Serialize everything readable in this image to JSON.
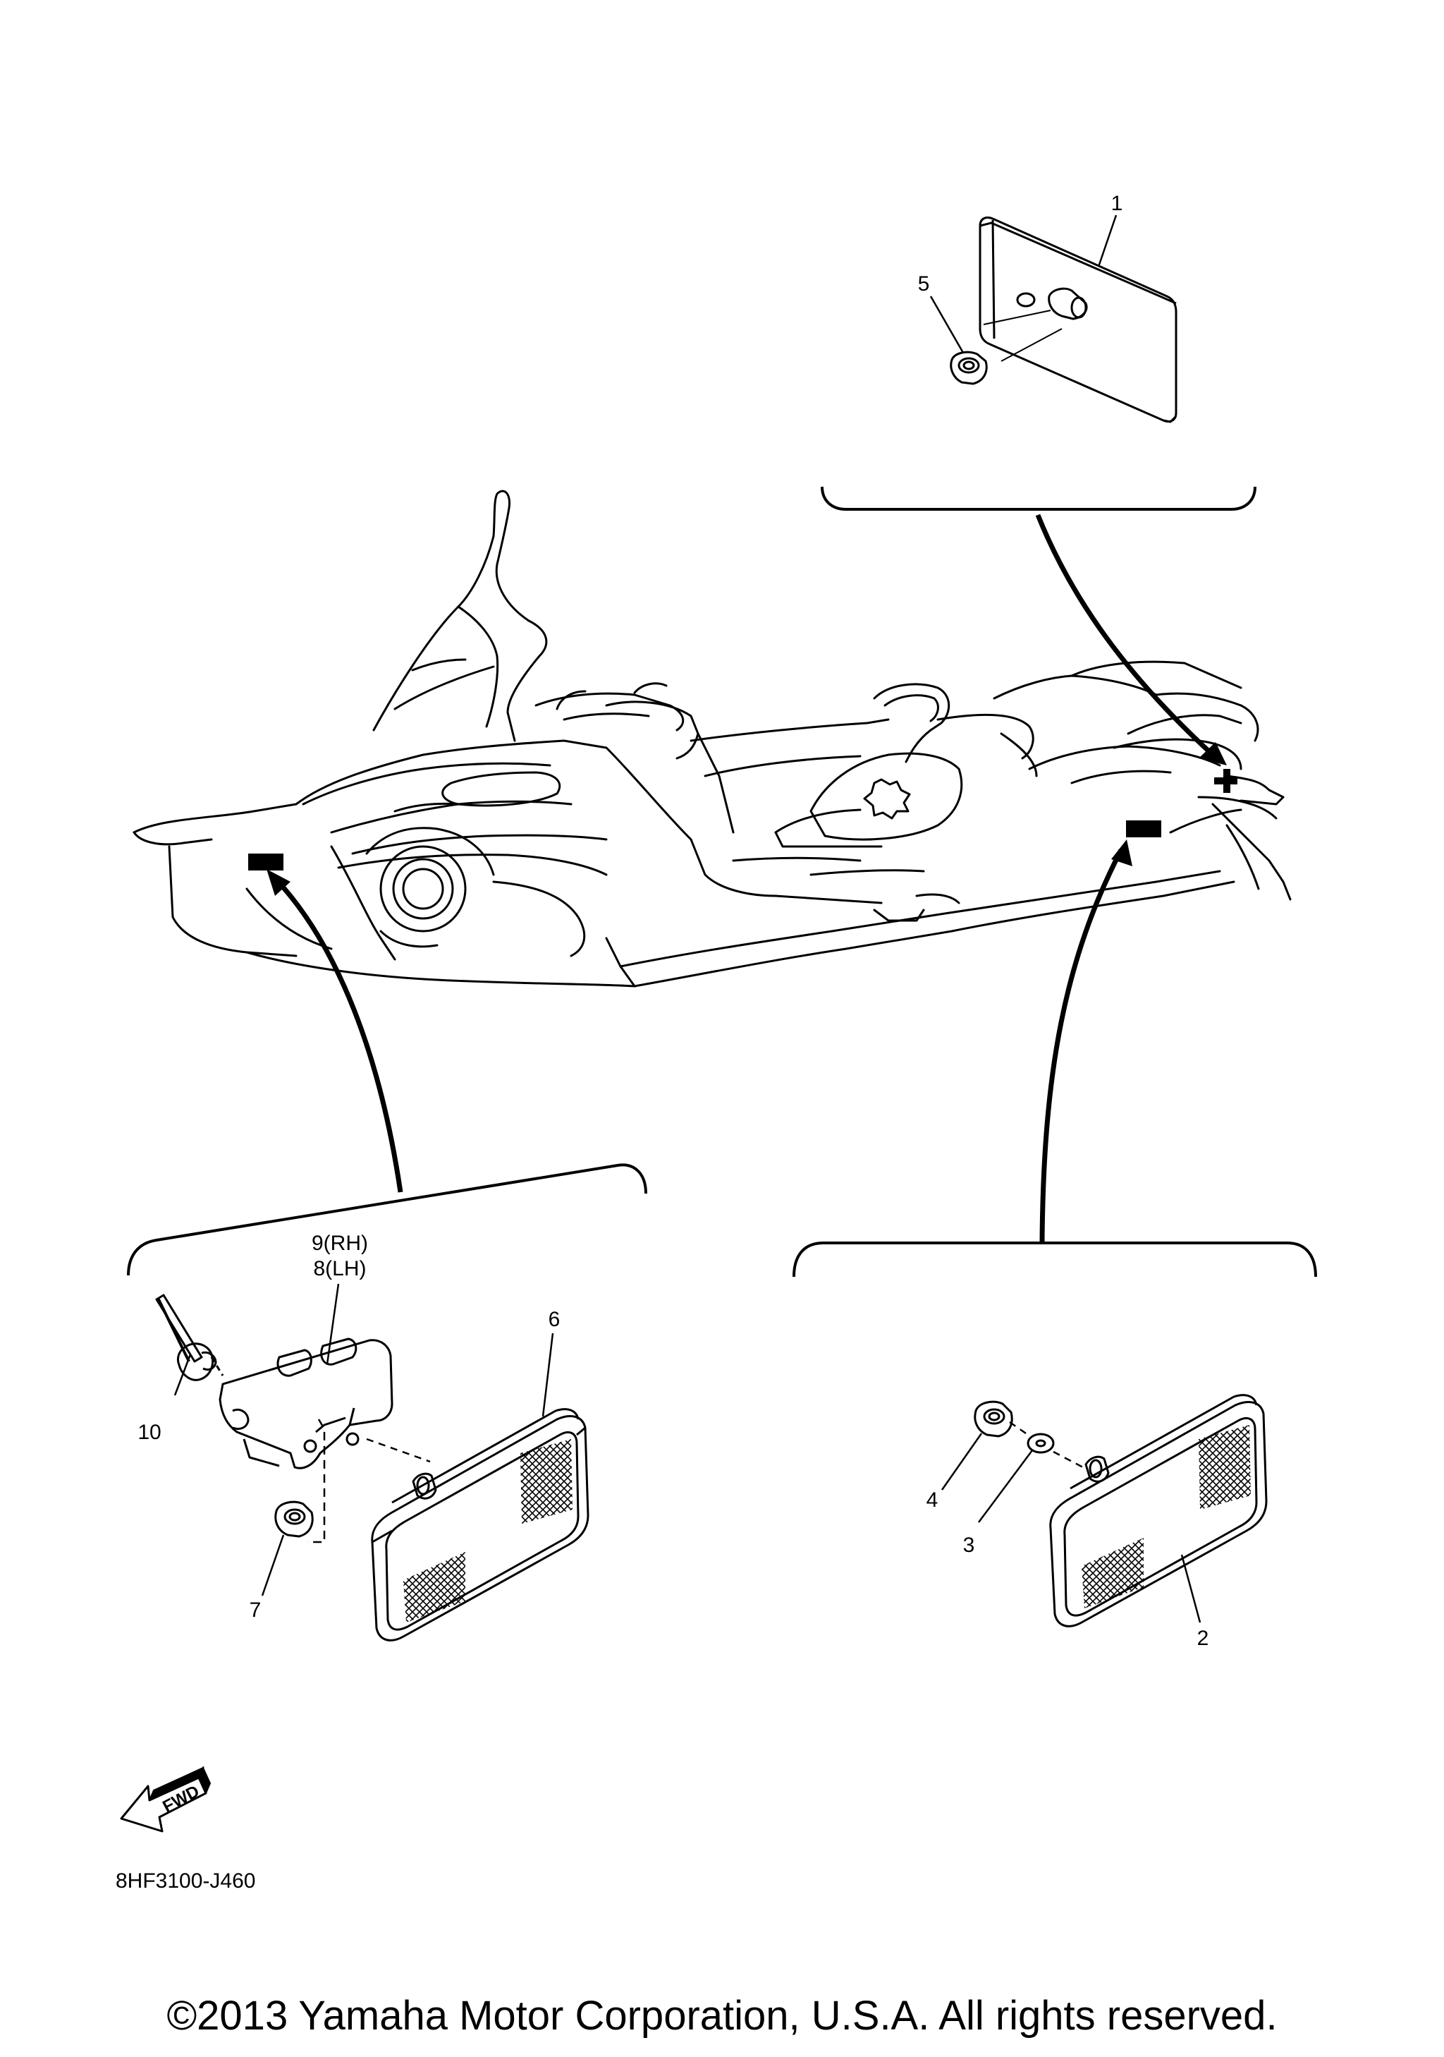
{
  "callouts": {
    "c1": "1",
    "c2": "2",
    "c3": "3",
    "c4": "4",
    "c5": "5",
    "c6": "6",
    "c7": "7",
    "c8": "8(LH)",
    "c9": "9(RH)",
    "c10": "10"
  },
  "fwd_label": "FWD",
  "diagram_code": "8HF3100-J460",
  "copyright": "©2013 Yamaha Motor Corporation, U.S.A. All rights reserved.",
  "colors": {
    "line": "#000000",
    "background": "#ffffff"
  },
  "icons": [
    "fwd-arrow-icon"
  ]
}
